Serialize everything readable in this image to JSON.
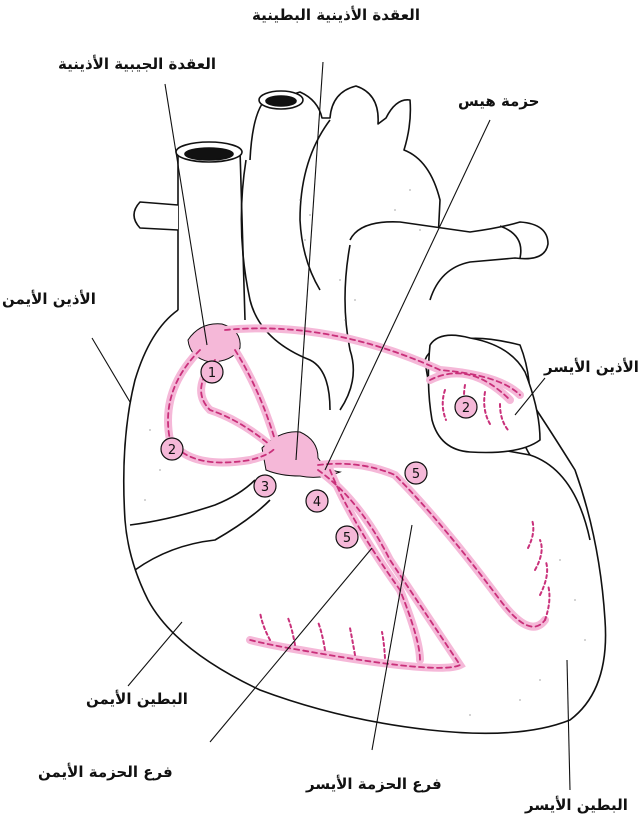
{
  "labels": {
    "av_node": "العقدة الأذينية البطينية",
    "sa_node": "العقدة الجيبية الأذينية",
    "bundle_of_his": "حزمة هيس",
    "right_atrium": "الأذين الأيمن",
    "left_atrium": "الأذين الأيسر",
    "right_ventricle": "البطين الأيمن",
    "right_bundle_branch": "فرع الحزمة الأيمن",
    "left_bundle_branch": "فرع الحزمة الأيسر",
    "left_ventricle": "البطين الأيسر"
  },
  "badges": {
    "sa": "1",
    "ra_path": "2",
    "la_path": "2",
    "av": "3",
    "his": "4",
    "branch_left": "5",
    "branch_mid": "5"
  },
  "colors": {
    "conduction": "#f5b8d8",
    "conduction_dash": "#c9307a",
    "outline": "#111111"
  }
}
